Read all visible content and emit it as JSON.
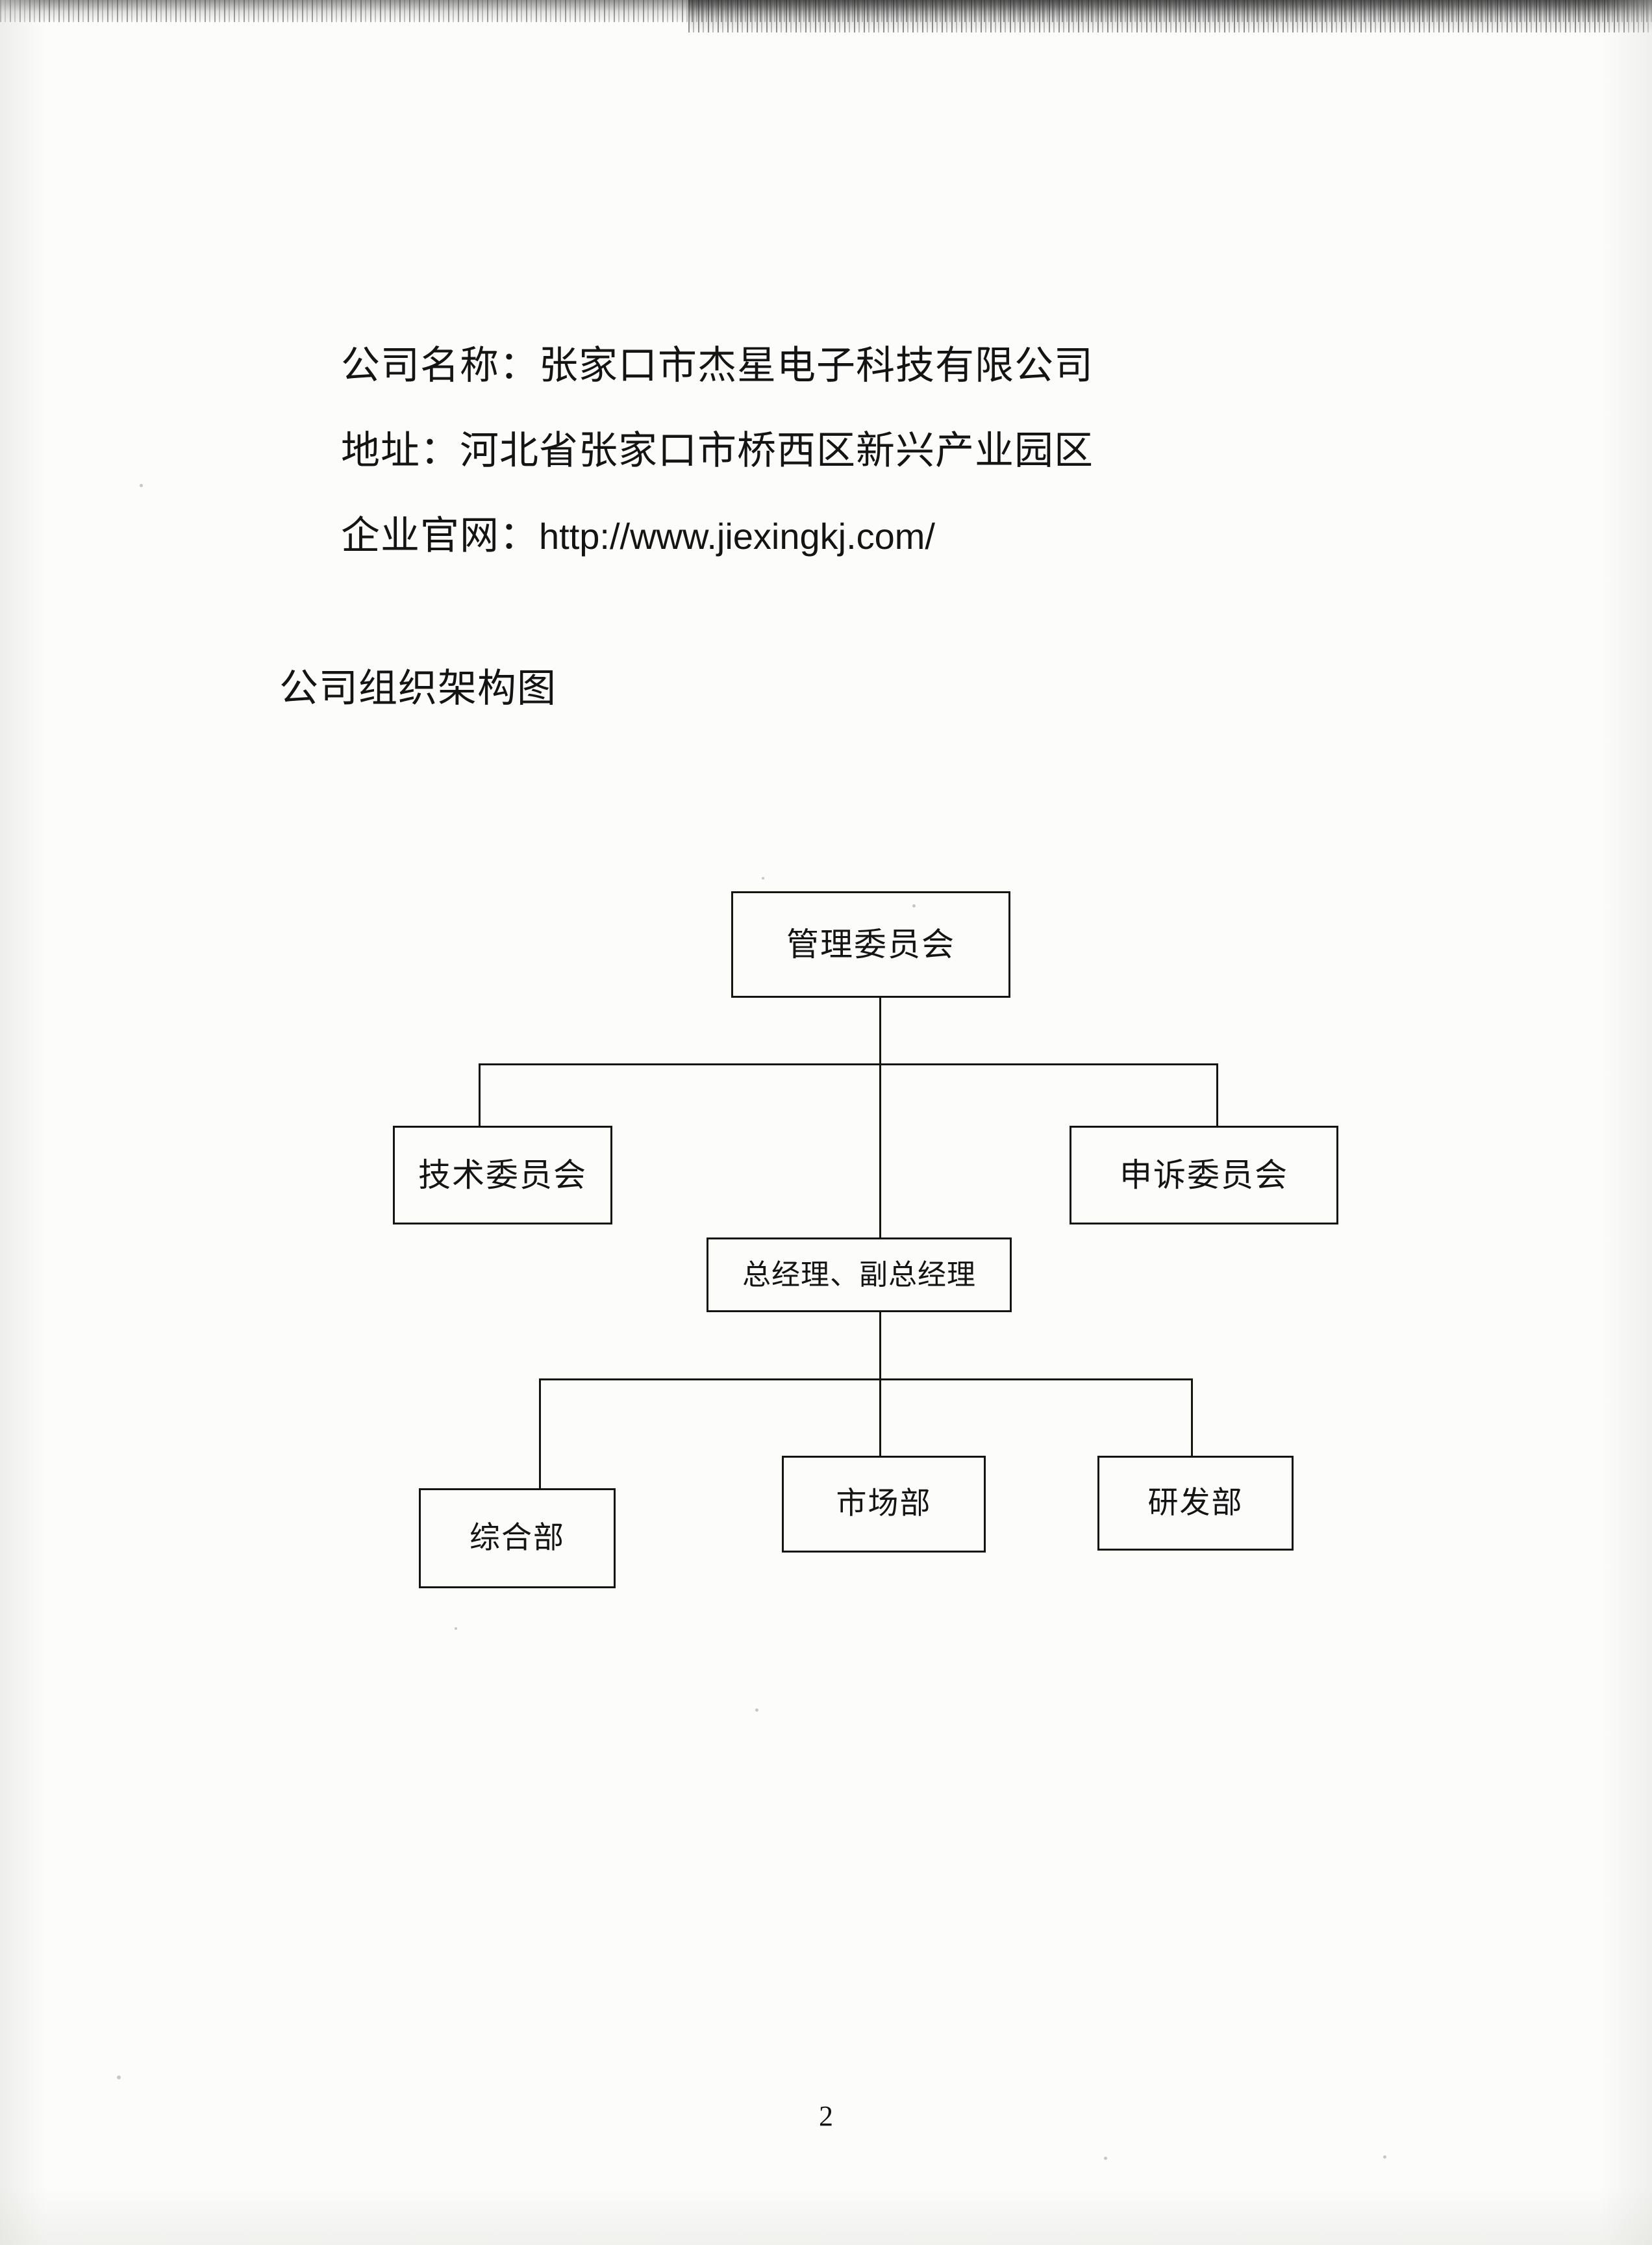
{
  "document": {
    "page_number": "2",
    "background_color": "#fcfcfb",
    "ink_color": "#15150f"
  },
  "info": {
    "company_name_line": "公司名称：张家口市杰星电子科技有限公司",
    "address_line": "地址：河北省张家口市桥西区新兴产业园区",
    "website_label": "企业官网：",
    "website_url": "http://www.jiexingkj.com/"
  },
  "section": {
    "heading": "公司组织架构图"
  },
  "org_chart": {
    "nodes": [
      {
        "id": "management-committee",
        "label": "管理委员会",
        "level": 0
      },
      {
        "id": "technical-committee",
        "label": "技术委员会",
        "level": 1
      },
      {
        "id": "appeals-committee",
        "label": "申诉委员会",
        "level": 1
      },
      {
        "id": "general-manager",
        "label": "总经理、副总经理",
        "level": 1
      },
      {
        "id": "general-affairs-dept",
        "label": "综合部",
        "level": 2
      },
      {
        "id": "marketing-dept",
        "label": "市场部",
        "level": 2
      },
      {
        "id": "rnd-dept",
        "label": "研发部",
        "level": 2
      }
    ],
    "edges": [
      {
        "from": "management-committee",
        "to": "technical-committee"
      },
      {
        "from": "management-committee",
        "to": "appeals-committee"
      },
      {
        "from": "management-committee",
        "to": "general-manager"
      },
      {
        "from": "general-manager",
        "to": "general-affairs-dept"
      },
      {
        "from": "general-manager",
        "to": "marketing-dept"
      },
      {
        "from": "general-manager",
        "to": "rnd-dept"
      }
    ]
  }
}
